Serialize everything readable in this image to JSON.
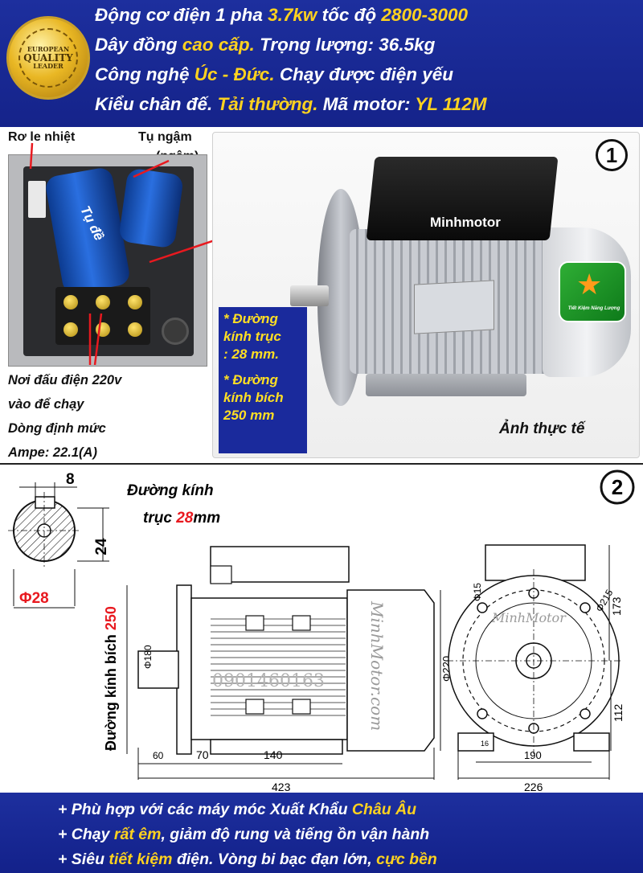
{
  "header": {
    "line1_a": "Động cơ điện 1 pha ",
    "line1_b": "3.7kw",
    "line1_c": " tốc độ ",
    "line1_d": "2800-3000",
    "line2_a": "Dây đồng ",
    "line2_b": "cao cấp.",
    "line2_c": " Trọng lượng: 36.5kg",
    "line3_a": "Công nghệ ",
    "line3_b": "Úc - Đức.",
    "line3_c": " Chạy được điện yếu",
    "line4_a": "Kiểu chân đế. ",
    "line4_b": "Tải thường.",
    "line4_c": " Mã motor: ",
    "line4_d": "YL 112M",
    "badge": {
      "l1": "EUROPEAN",
      "l2": "QUALITY",
      "l3": "LEADER"
    }
  },
  "section1": {
    "number": "1",
    "relay_label": "Rơ le nhiệt",
    "capacitor_label_1": "Tụ ngậm",
    "capacitor_label_2": "(ngậm)",
    "cap_body_label": "Tụ đề",
    "wiring_note": [
      "Nơi đấu điện 220v",
      "vào để chạy",
      "Dòng định mức",
      "Ampe: 22.1(A)"
    ],
    "photo_brand": "Minhmotor",
    "sticker_text": "Tiết Kiệm Năng Lượng",
    "photo_caption": "Ảnh thực tế",
    "spec": [
      "* Đường",
      "kính trục",
      ": 28 mm.",
      "* Đường",
      "kính bích",
      "250 mm"
    ]
  },
  "section2": {
    "number": "2",
    "shaft_title_1": "Đường kính",
    "shaft_title_2a": "trục ",
    "shaft_title_2b": "28",
    "shaft_title_2c": "mm",
    "dim_key": "8",
    "dim_height": "24",
    "dim_shaft": "Φ28",
    "flange_label": "Đường kính bích ",
    "flange_value": "250",
    "phi180": "Φ180",
    "phi220": "Φ220",
    "phone_watermark": "0901460163",
    "brand_watermark_1": "MinhMotor.com",
    "brand_watermark_2": "MinhMotor",
    "d60": "60",
    "d70": "70",
    "d140": "140",
    "d423": "423",
    "phi15": "Φ15",
    "phi215": "Φ215",
    "d173": "173",
    "d112": "112",
    "d16": "16",
    "d190": "190",
    "d226": "226"
  },
  "footer": {
    "l1_a": "+ Phù hợp với các máy móc Xuất Khẩu ",
    "l1_b": "Châu Âu",
    "l2_a": "+ Chạy ",
    "l2_b": "rất êm",
    "l2_c": ", giảm độ rung và tiếng ồn vận hành",
    "l3_a": "+ Siêu ",
    "l3_b": "tiết kiệm",
    "l3_c": " điện. Vòng bi bạc đạn lớn, ",
    "l3_d": "cực bền"
  },
  "colors": {
    "brand_blue": "#1d2f9e",
    "accent_yellow": "#ffd21f",
    "dim_red": "#e8191f"
  }
}
